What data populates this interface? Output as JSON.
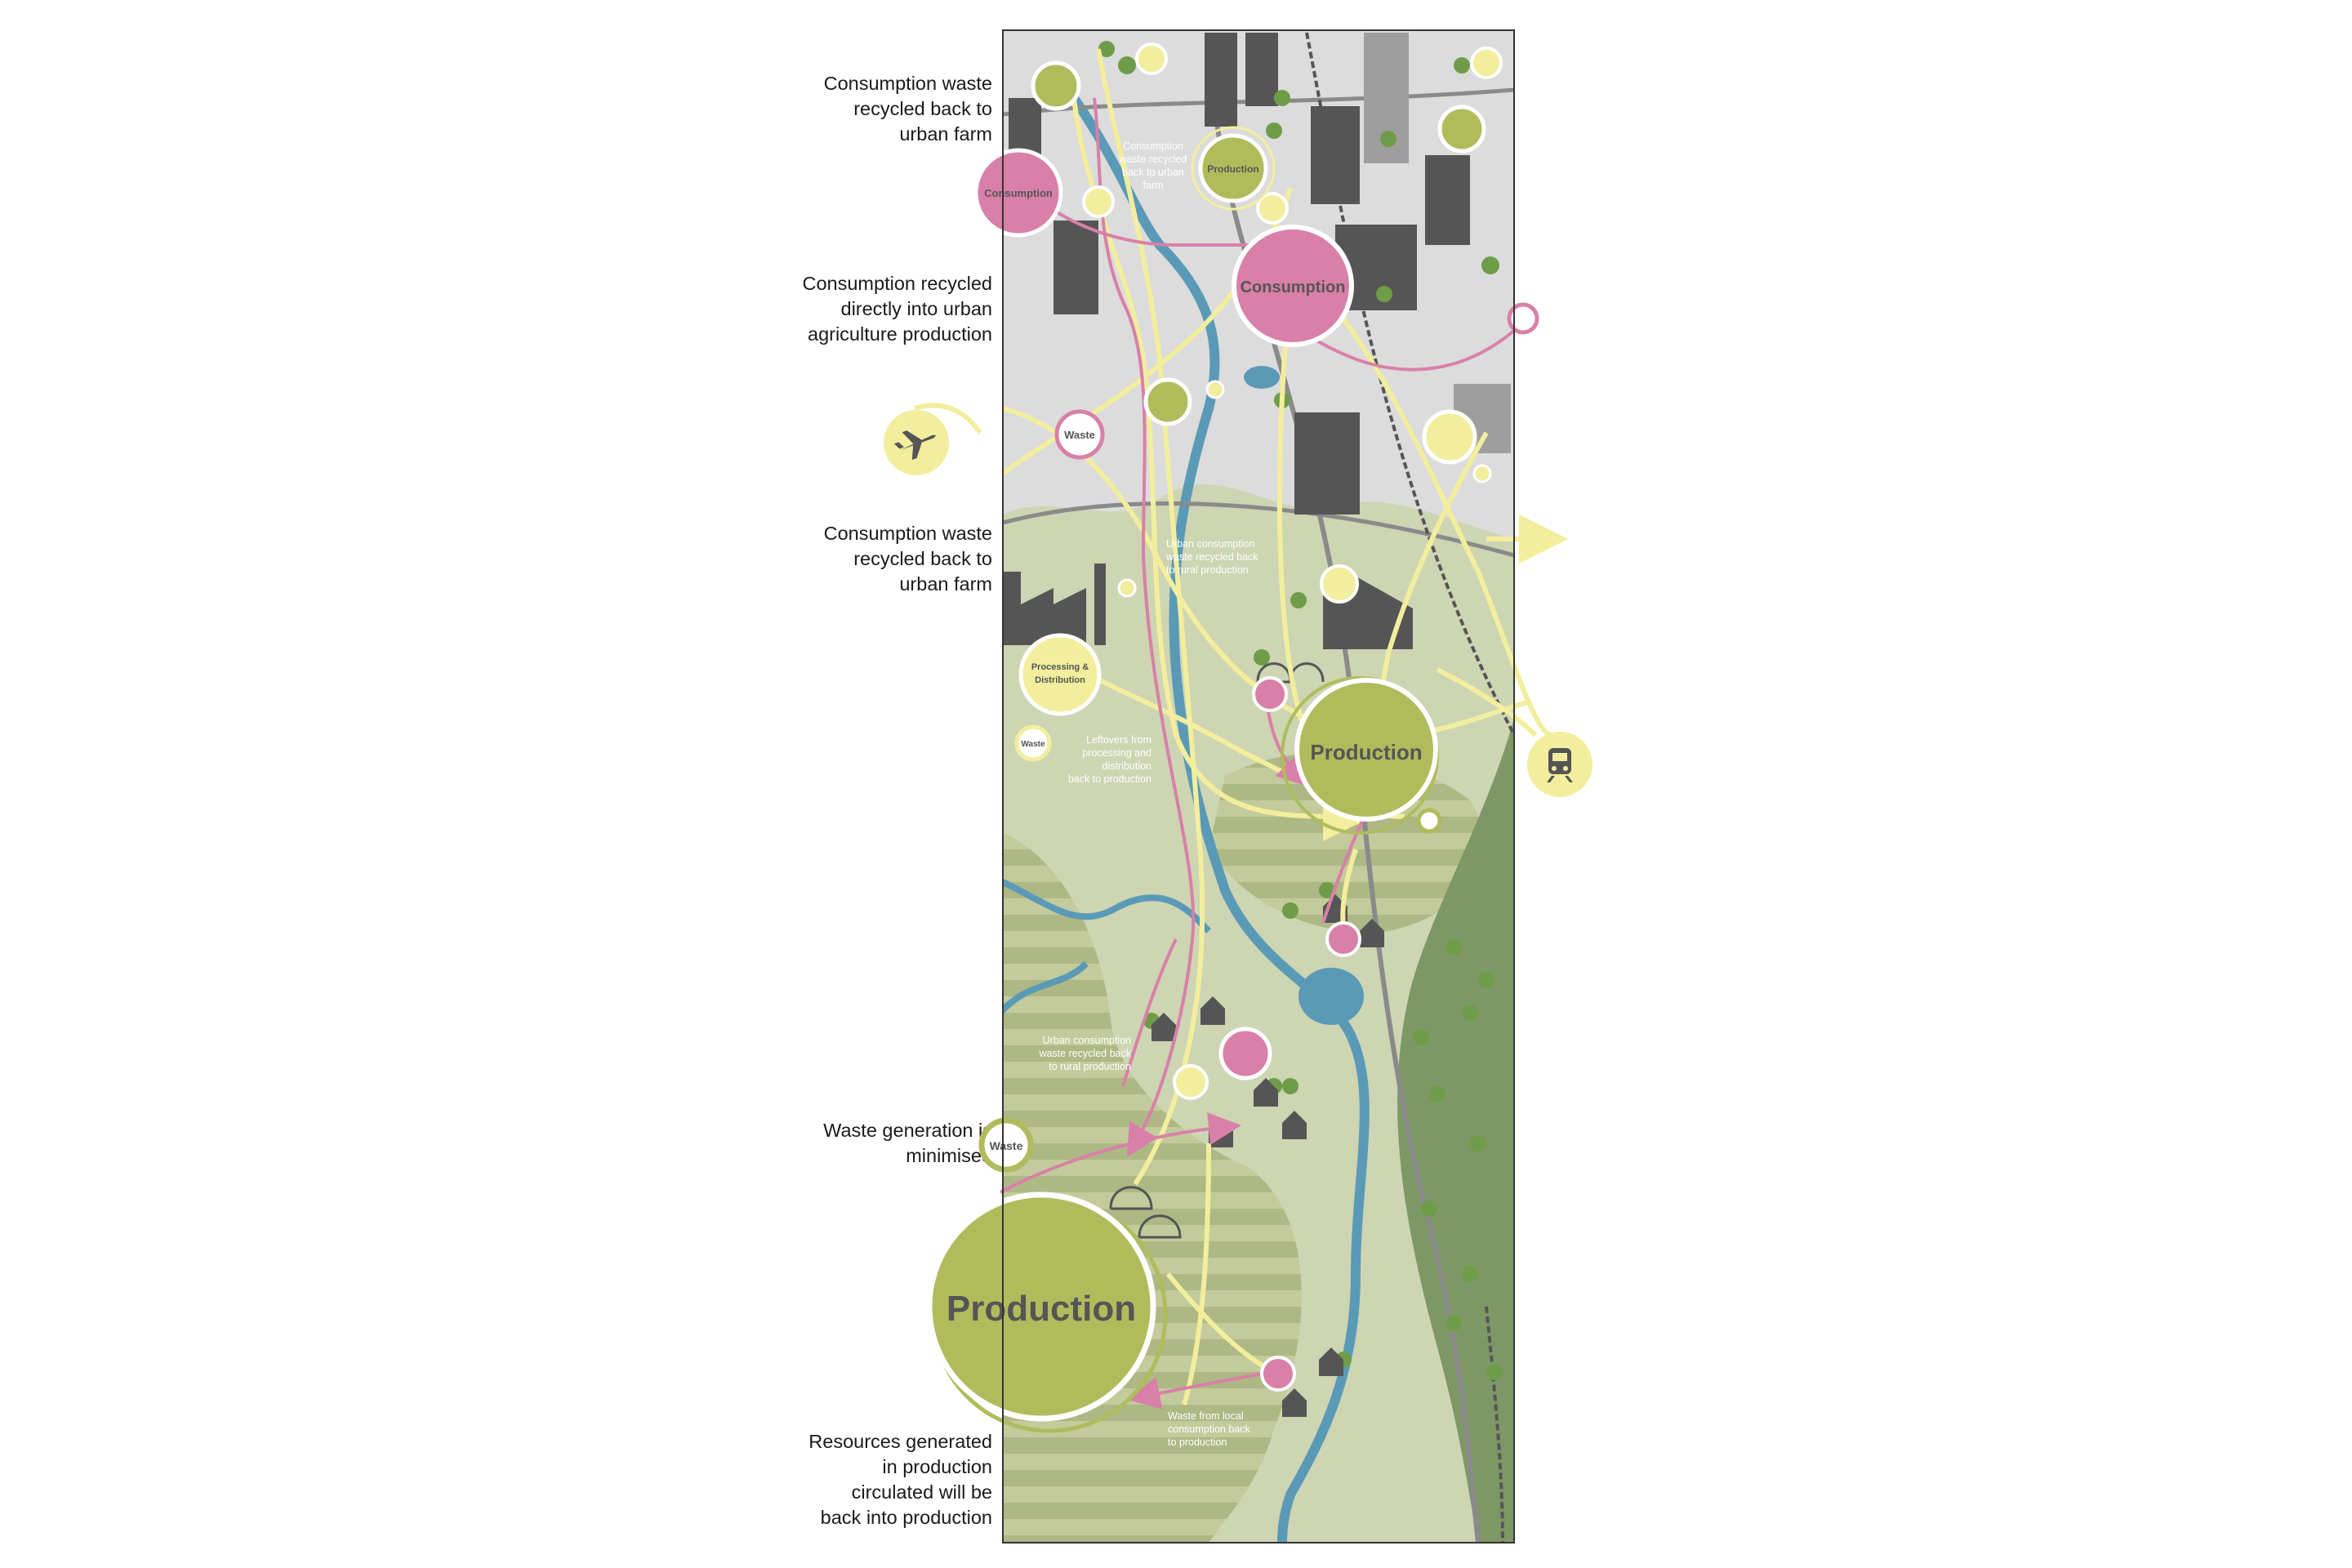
{
  "colors": {
    "urban_grey": "#dcdcdc",
    "rural_green": "#cdd5b3",
    "field_green": "#b4c08c",
    "forest_green": "#7d9866",
    "river_blue": "#5a9ab7",
    "production_green": "#b0bc5c",
    "consumption_pink": "#d880a8",
    "flow_yellow": "#f2ee9d",
    "building_dark": "#555555",
    "tree_green": "#6f9c48"
  },
  "side_labels": [
    "Consumption waste\nrecycled back to\nurban farm",
    "Consumption recycled\ndirectly into urban\nagriculture production",
    "Consumption waste\nrecycled back to\nurban farm",
    "Waste generation is\nminimised",
    "Resources generated\nin production\ncirculated will be\nback into production"
  ],
  "nodes": {
    "consumption_small": "Consumption",
    "production_small": "Production",
    "consumption_large": "Consumption",
    "waste_urban": "Waste",
    "processing_line1": "Processing &",
    "processing_line2": "Distribution",
    "waste_processing": "Waste",
    "production_mid": "Production",
    "waste_rural": "Waste",
    "production_large": "Production"
  },
  "map_notes": {
    "note_urban_top": [
      "Consumption",
      "waste recycled",
      "back to urban",
      "farm"
    ],
    "note_urban_consumption": [
      "Urban consumption",
      "waste recycled back",
      "to rural production"
    ],
    "note_leftovers": [
      "Leftovers from",
      "processing and",
      "distribution",
      "back to production"
    ],
    "note_rural_consumption": [
      "Urban consumption",
      "waste recycled back",
      "to rural production"
    ],
    "note_local_waste": [
      "Waste from local",
      "consumption back",
      "to production"
    ]
  },
  "icons": {
    "airport": "airplane-icon",
    "railway": "train-icon"
  }
}
